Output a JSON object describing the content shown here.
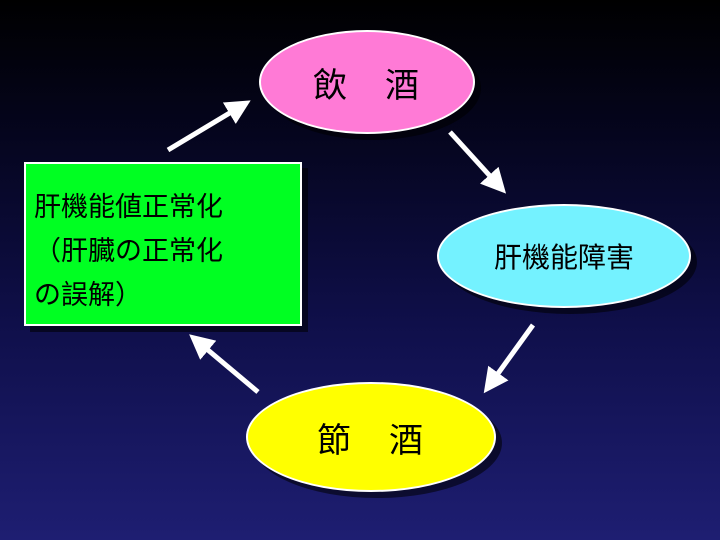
{
  "cycle": {
    "drinking": {
      "label": "飲　酒",
      "color": "#ff7ad6"
    },
    "liver_damage": {
      "label": "肝機能障害",
      "color": "#74f2ff"
    },
    "abstinence": {
      "label": "節　酒",
      "color": "#ffff00"
    },
    "normal_values": {
      "lines": [
        "肝機能値正常化",
        "（肝臓の正常化",
        "の誤解）"
      ],
      "color": "#00ff22"
    }
  },
  "arrow_color": "#ffffff"
}
